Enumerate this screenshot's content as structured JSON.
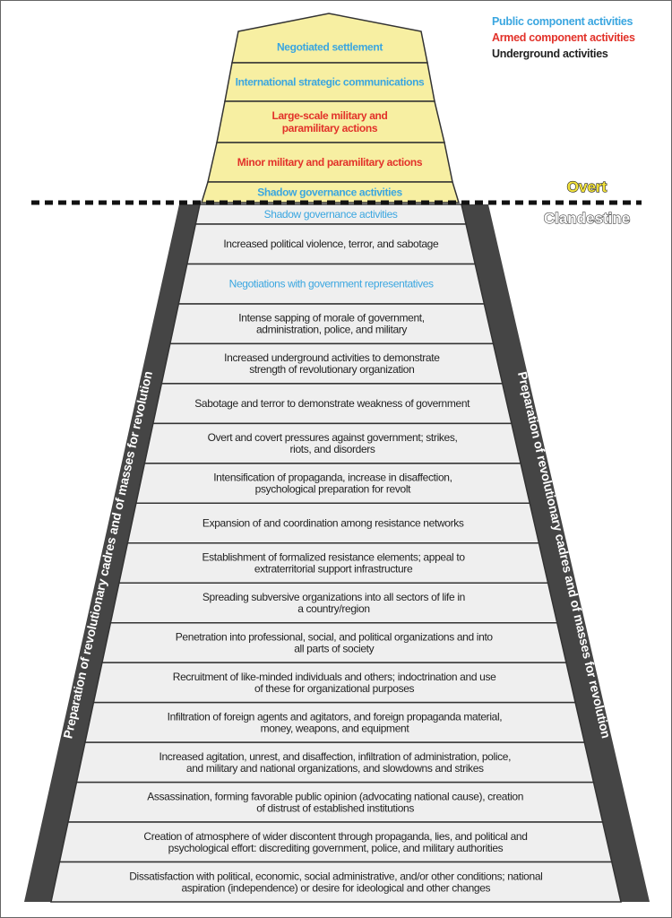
{
  "colors": {
    "public": "#3aa6e0",
    "armed": "#e2322a",
    "underground": "#222222",
    "overt_fill": "#f7efa2",
    "clandestine_fill": "#efefef",
    "side_band": "#454545"
  },
  "legend": [
    {
      "label": "Public component activities",
      "type": "public"
    },
    {
      "label": "Armed component activities",
      "type": "armed"
    },
    {
      "label": "Underground activities",
      "type": "underground"
    }
  ],
  "zones": {
    "overt": "Overt",
    "clandestine": "Clandestine"
  },
  "side_labels": {
    "left": "Preparation of revolutionary cadres and of masses for revolution",
    "right": "Preparation of revolutionary cadres and of masses for revolution"
  },
  "overt_rows": [
    {
      "lines": [
        "Negotiated settlement"
      ],
      "type": "public"
    },
    {
      "lines": [
        "International strategic communications"
      ],
      "type": "public"
    },
    {
      "lines": [
        "Large-scale military and",
        "paramilitary actions"
      ],
      "type": "armed"
    },
    {
      "lines": [
        "Minor military and paramilitary actions"
      ],
      "type": "armed"
    },
    {
      "lines": [
        "Shadow governance activities"
      ],
      "type": "public"
    }
  ],
  "clandestine_rows": [
    {
      "lines": [
        "Shadow governance activities"
      ],
      "type": "public"
    },
    {
      "lines": [
        "Increased political violence, terror, and sabotage"
      ],
      "type": "underground"
    },
    {
      "lines": [
        "Negotiations with government representatives"
      ],
      "type": "public"
    },
    {
      "lines": [
        "Intense sapping of morale of government,",
        "administration, police, and military"
      ],
      "type": "underground"
    },
    {
      "lines": [
        "Increased underground activities to demonstrate",
        "strength of revolutionary organization"
      ],
      "type": "underground"
    },
    {
      "lines": [
        "Sabotage and terror to demonstrate weakness of government"
      ],
      "type": "underground"
    },
    {
      "lines": [
        "Overt and covert pressures against government; strikes,",
        "riots, and disorders"
      ],
      "type": "underground"
    },
    {
      "lines": [
        "Intensification of propaganda, increase in disaffection,",
        "psychological preparation for revolt"
      ],
      "type": "underground"
    },
    {
      "lines": [
        "Expansion of and coordination among resistance networks"
      ],
      "type": "underground"
    },
    {
      "lines": [
        "Establishment of formalized resistance elements; appeal to",
        "extraterritorial support infrastructure"
      ],
      "type": "underground"
    },
    {
      "lines": [
        "Spreading subversive organizations into all sectors of life in",
        "a country/region"
      ],
      "type": "underground"
    },
    {
      "lines": [
        "Penetration into professional, social, and political organizations and into",
        "all parts of society"
      ],
      "type": "underground"
    },
    {
      "lines": [
        "Recruitment of like-minded individuals and others; indoctrination and use",
        "of these for organizational purposes"
      ],
      "type": "underground"
    },
    {
      "lines": [
        "Infiltration of foreign agents and agitators, and foreign propaganda material,",
        "money, weapons, and equipment"
      ],
      "type": "underground"
    },
    {
      "lines": [
        "Increased agitation, unrest, and disaffection, infiltration of administration, police,",
        "and military and national organizations, and slowdowns and strikes"
      ],
      "type": "underground"
    },
    {
      "lines": [
        "Assassination, forming favorable public opinion (advocating national cause), creation",
        "of distrust of established institutions"
      ],
      "type": "underground"
    },
    {
      "lines": [
        "Creation of atmosphere of wider discontent through propaganda, lies, and political and",
        "psychological effort: discrediting government, police, and military authorities"
      ],
      "type": "underground"
    },
    {
      "lines": [
        "Dissatisfaction with political, economic, social administrative, and/or other conditions; national",
        "aspiration (independence) or desire for ideological and other changes"
      ],
      "type": "underground"
    }
  ]
}
